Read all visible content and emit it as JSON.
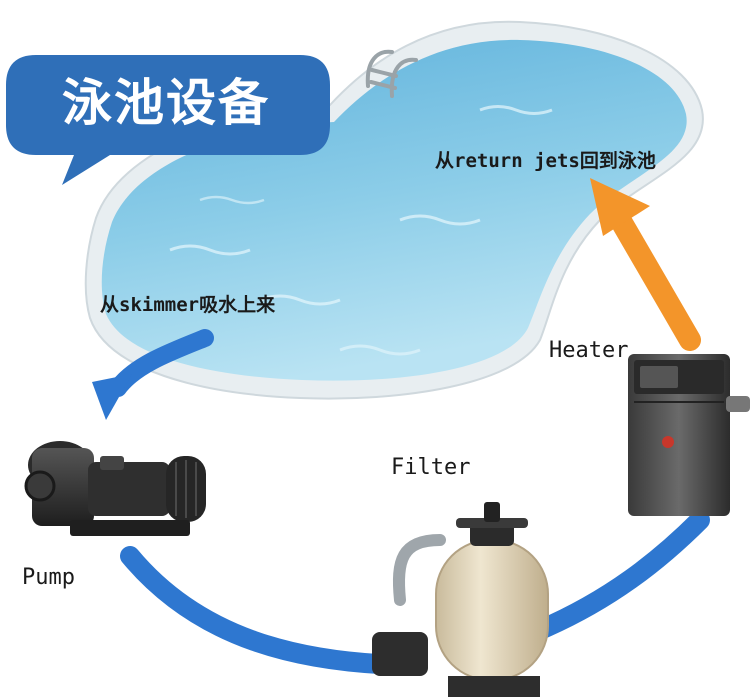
{
  "title": "泳池设备",
  "labels": {
    "return": "从return jets回到泳池",
    "skimmer": "从skimmer吸水上来",
    "heater": "Heater",
    "filter": "Filter",
    "pump": "Pump"
  },
  "colors": {
    "bubble": "#2f6fb8",
    "pool_water": "#7fc4e4",
    "pipe_blue": "#2e77d0",
    "arrow_orange": "#f3952a",
    "equipment_dark": "#2d2d2d",
    "filter_tank": "#e7dcc2"
  },
  "icons": [
    "pool-ladder-icon",
    "pump-icon",
    "filter-icon",
    "heater-icon"
  ]
}
